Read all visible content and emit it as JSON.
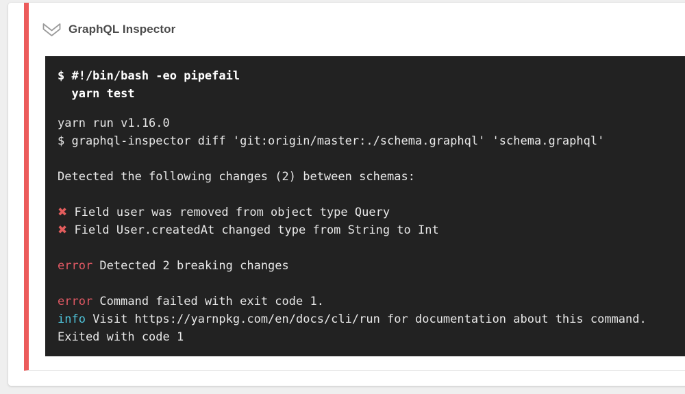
{
  "colors": {
    "page-bg": "#efefef",
    "card-bg": "#ffffff",
    "accent": "#ec5b5b",
    "divider": "#e6e6e6",
    "title": "#4a4a4a",
    "icon": "#9b9b9b",
    "terminal-bg": "#222222",
    "terminal-text": "#e8e8e8",
    "terminal-bold": "#ffffff",
    "error": "#e25964",
    "info": "#4fc4db",
    "cross": "#e25d5d"
  },
  "step": {
    "title": "GraphQL Inspector",
    "collapse_icon": "double-chevron-down-icon",
    "status": "failed"
  },
  "terminal": {
    "command_lines": [
      "$ #!/bin/bash -eo pipefail",
      "  yarn test"
    ],
    "output_lines": [
      [
        {
          "t": "yarn run v1.16.0"
        }
      ],
      [
        {
          "t": "$ graphql-inspector diff 'git:origin/master:./schema.graphql' 'schema.graphql'"
        }
      ],
      [],
      [
        {
          "t": "Detected the following changes (2) between schemas:"
        }
      ],
      [],
      [
        {
          "t": "✖",
          "c": "cross"
        },
        {
          "t": " Field user was removed from object type Query"
        }
      ],
      [
        {
          "t": "✖",
          "c": "cross"
        },
        {
          "t": " Field User.createdAt changed type from String to Int"
        }
      ],
      [],
      [
        {
          "t": "error",
          "c": "error"
        },
        {
          "t": " Detected 2 breaking changes"
        }
      ],
      [],
      [
        {
          "t": "error",
          "c": "error"
        },
        {
          "t": " Command failed with exit code 1."
        }
      ],
      [
        {
          "t": "info",
          "c": "info"
        },
        {
          "t": " Visit https://yarnpkg.com/en/docs/cli/run for documentation about this command."
        }
      ],
      [
        {
          "t": "Exited with code 1"
        }
      ]
    ]
  }
}
